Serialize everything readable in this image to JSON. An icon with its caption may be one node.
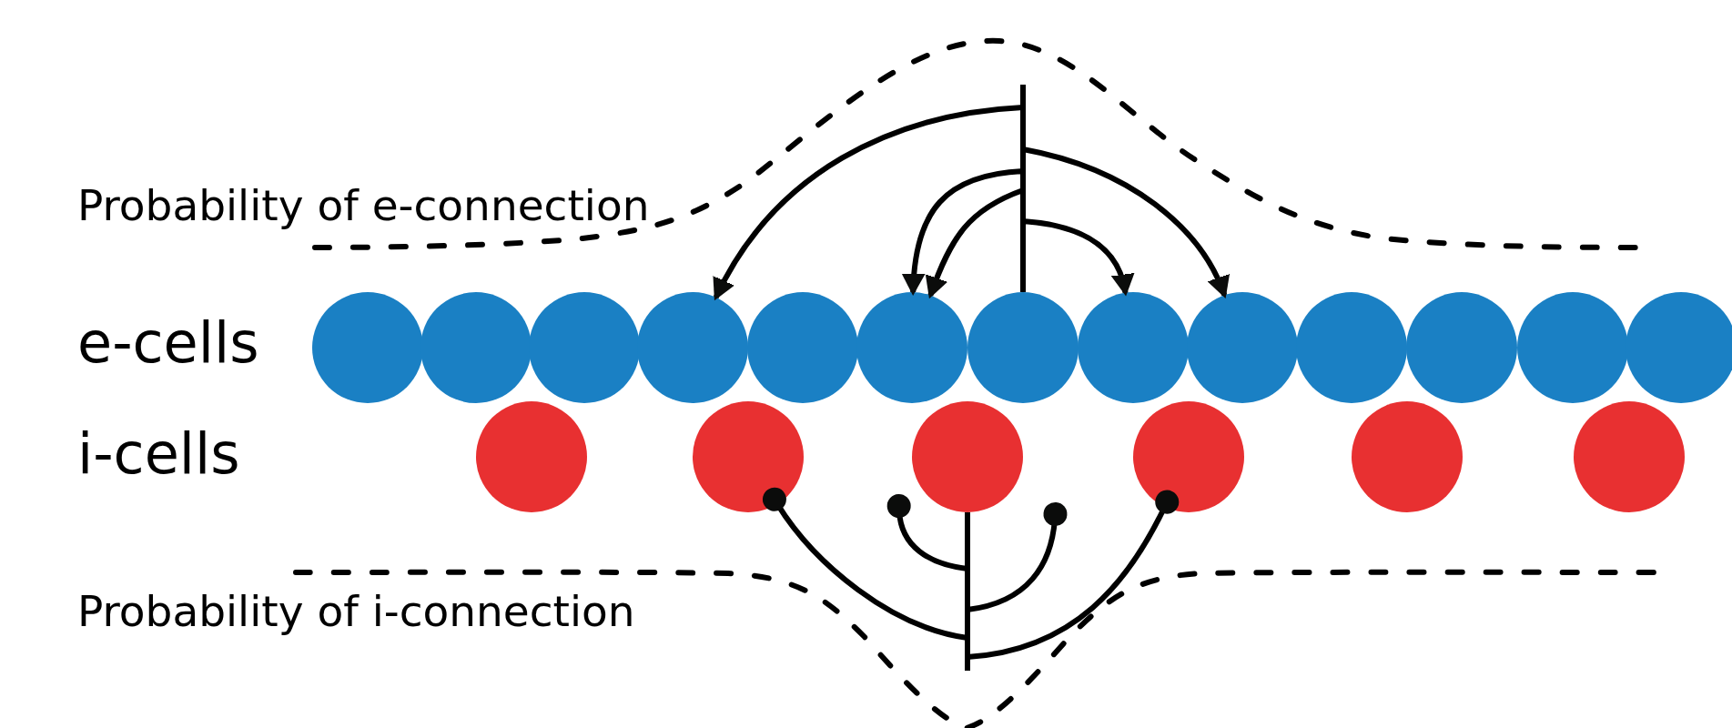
{
  "diagram": {
    "nodes": [
      {
        "text": [],
        "shape": "circle"
      },
      {
        "text": [],
        "shape": "circle"
      },
      {
        "text": [],
        "shape": "circle"
      },
      {
        "text": [],
        "shape": "circle"
      },
      {
        "text": [],
        "shape": "circle"
      },
      {
        "text": [],
        "shape": "circle"
      },
      {
        "text": [],
        "shape": "circle"
      },
      {
        "text": [],
        "shape": "circle"
      },
      {
        "text": [],
        "shape": "circle"
      },
      {
        "text": [],
        "shape": "circle"
      },
      {
        "text": [],
        "shape": "circle"
      },
      {
        "text": [],
        "shape": "circle"
      },
      {
        "text": [],
        "shape": "circle"
      },
      {
        "text": [],
        "shape": "circle"
      },
      {
        "text": [],
        "shape": "circle"
      },
      {
        "text": [],
        "shape": "circle"
      },
      {
        "text": [],
        "shape": "circle"
      },
      {
        "text": [],
        "shape": "circle"
      },
      {
        "text": [],
        "shape": "circle"
      }
    ],
    "edges": [
      {
        "from": 6,
        "to": 3,
        "arrow": "to"
      },
      {
        "from": 6,
        "to": 5,
        "arrow": "to"
      },
      {
        "from": 6,
        "to": 5,
        "arrow": "to"
      },
      {
        "from": 6,
        "to": 7,
        "arrow": "to"
      },
      {
        "from": 6,
        "to": 8,
        "arrow": "to"
      },
      {
        "from": 15,
        "to": 14,
        "arrow": "other"
      },
      {
        "from": 15,
        "to": null,
        "arrow": "other"
      },
      {
        "from": 15,
        "to": null,
        "arrow": "other"
      },
      {
        "from": 15,
        "to": 16,
        "arrow": "other"
      }
    ],
    "labels": [
      "Probability of e-connection",
      "e-cells",
      "i-cells",
      "Probability of i-connection"
    ]
  }
}
